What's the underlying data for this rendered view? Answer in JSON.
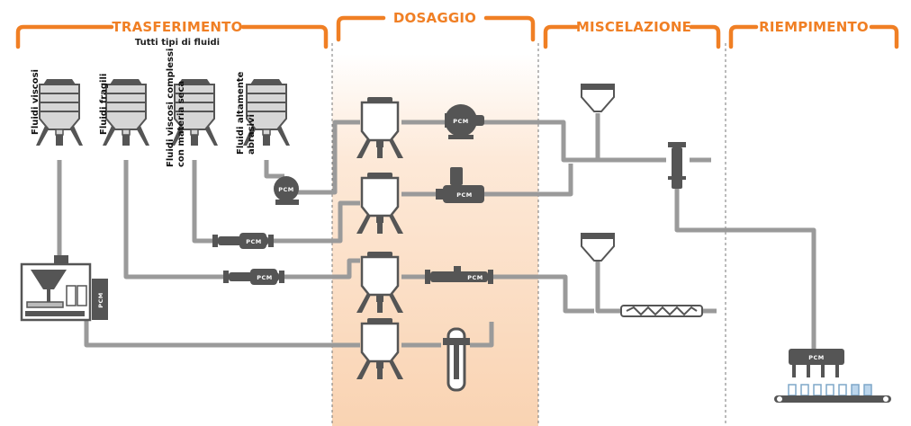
{
  "colors": {
    "accent": "#f07f24",
    "machine": "#555555",
    "machine_light": "#d9d9d9",
    "pipe": "#9a9a9a",
    "dosing_band": "#fad9bd"
  },
  "sections": [
    {
      "title": "TRASFERIMENTO",
      "subtitle": "Tutti tipi di fluidi"
    },
    {
      "title": "DOSAGGIO"
    },
    {
      "title": "MISCELAZIONE"
    },
    {
      "title": "RIEMPIMENTO"
    }
  ],
  "tanks": [
    {
      "label_lines": [
        "Fluidi viscosi"
      ]
    },
    {
      "label_lines": [
        "Fluidi fragili"
      ]
    },
    {
      "label_lines": [
        "Fluidi viscosi complessi",
        "con materia seca"
      ]
    },
    {
      "label_lines": [
        "Fluidi altamente",
        "abrasivi"
      ]
    }
  ],
  "brand": "PCM"
}
